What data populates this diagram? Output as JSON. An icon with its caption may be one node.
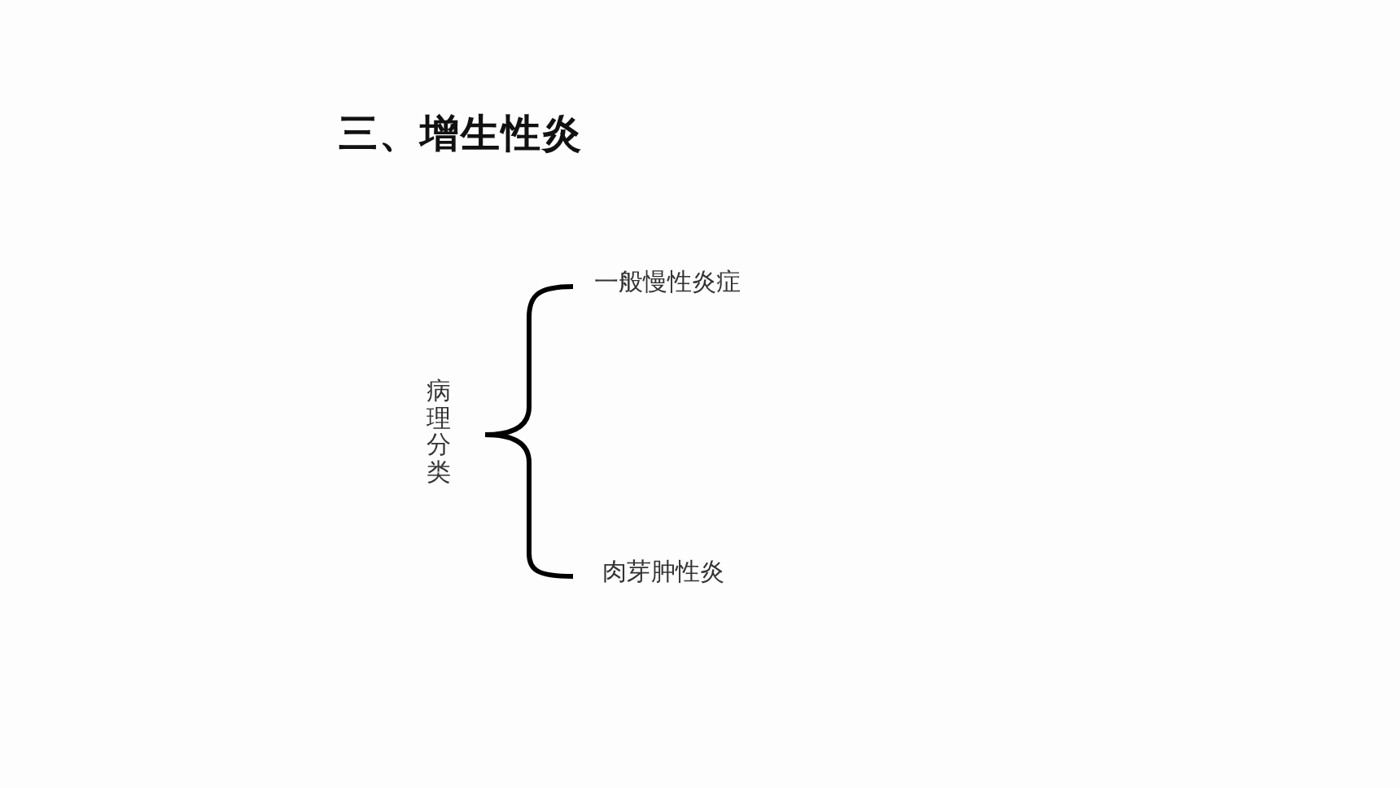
{
  "diagram": {
    "title": "三、增生性炎",
    "labels": [
      "病理分类",
      "一般慢性炎症",
      "肉芽肿性炎"
    ]
  }
}
